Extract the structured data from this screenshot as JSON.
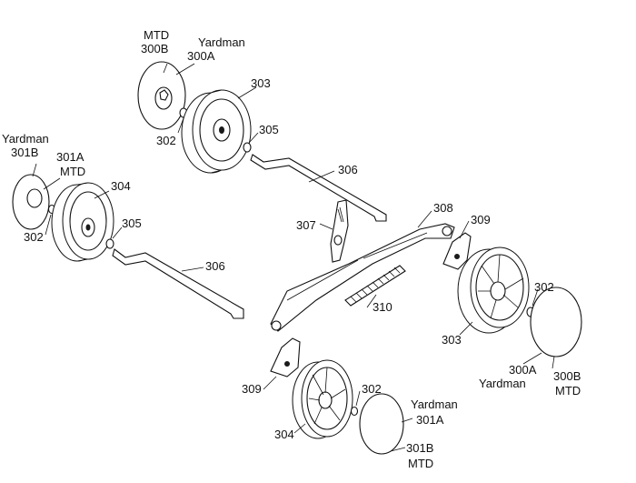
{
  "labels": {
    "mtd_top": "MTD",
    "p300b_top": "300B",
    "yardman_top": "Yardman",
    "p300a_top": "300A",
    "p303_top": "303",
    "p302_top": "302",
    "p305_top": "305",
    "p306_top": "306",
    "yardman_left": "Yardman",
    "p301b_left": "301B",
    "p301a_left": "301A",
    "mtd_left": "MTD",
    "p304_left": "304",
    "p302_left": "302",
    "p305_left": "305",
    "p306_left": "306",
    "p308": "308",
    "p307": "307",
    "p309_right": "309",
    "p310": "310",
    "p302_right": "302",
    "p303_right": "303",
    "p300a_right": "300A",
    "yardman_right": "Yardman",
    "p300b_right": "300B",
    "mtd_right": "MTD",
    "p309_bottom": "309",
    "p302_bottom": "302",
    "yardman_bottom": "Yardman",
    "p301a_bottom": "301A",
    "p304_bottom": "304",
    "p301b_bottom": "301B",
    "mtd_bottom": "MTD"
  }
}
